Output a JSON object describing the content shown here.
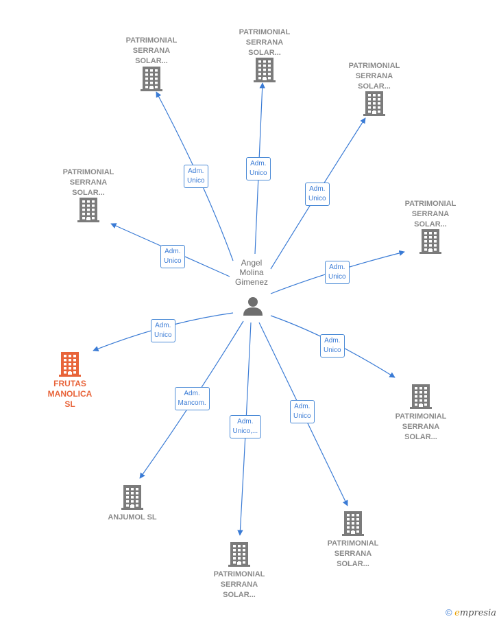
{
  "center": {
    "name_lines": [
      "Angel",
      "Molina",
      "Gimenez"
    ]
  },
  "nodes": [
    {
      "id": "n1",
      "lines": [
        "PATRIMONIAL",
        "SERRANA",
        "SOLAR..."
      ],
      "highlight": false
    },
    {
      "id": "n2",
      "lines": [
        "PATRIMONIAL",
        "SERRANA",
        "SOLAR..."
      ],
      "highlight": false
    },
    {
      "id": "n3",
      "lines": [
        "PATRIMONIAL",
        "SERRANA",
        "SOLAR..."
      ],
      "highlight": false
    },
    {
      "id": "n4",
      "lines": [
        "PATRIMONIAL",
        "SERRANA",
        "SOLAR..."
      ],
      "highlight": false
    },
    {
      "id": "n5",
      "lines": [
        "PATRIMONIAL",
        "SERRANA",
        "SOLAR..."
      ],
      "highlight": false
    },
    {
      "id": "n6",
      "lines": [
        "FRUTAS",
        "MANOLICA",
        "SL"
      ],
      "highlight": true
    },
    {
      "id": "n7",
      "lines": [
        "PATRIMONIAL",
        "SERRANA",
        "SOLAR..."
      ],
      "highlight": false
    },
    {
      "id": "n8",
      "lines": [
        "ANJUMOL SL"
      ],
      "highlight": false
    },
    {
      "id": "n9",
      "lines": [
        "PATRIMONIAL",
        "SERRANA",
        "SOLAR..."
      ],
      "highlight": false
    },
    {
      "id": "n10",
      "lines": [
        "PATRIMONIAL",
        "SERRANA",
        "SOLAR..."
      ],
      "highlight": false
    }
  ],
  "edges": [
    {
      "to": "n1",
      "label_lines": [
        "Adm.",
        "Unico"
      ]
    },
    {
      "to": "n2",
      "label_lines": [
        "Adm.",
        "Unico"
      ]
    },
    {
      "to": "n3",
      "label_lines": [
        "Adm.",
        "Unico"
      ]
    },
    {
      "to": "n4",
      "label_lines": [
        "Adm.",
        "Unico"
      ]
    },
    {
      "to": "n5",
      "label_lines": [
        "Adm.",
        "Unico"
      ]
    },
    {
      "to": "n6",
      "label_lines": [
        "Adm.",
        "Unico"
      ]
    },
    {
      "to": "n7",
      "label_lines": [
        "Adm.",
        "Unico"
      ]
    },
    {
      "to": "n8",
      "label_lines": [
        "Adm.",
        "Mancom."
      ]
    },
    {
      "to": "n9",
      "label_lines": [
        "Adm.",
        "Unico,..."
      ]
    },
    {
      "to": "n10",
      "label_lines": [
        "Adm.",
        "Unico"
      ]
    }
  ],
  "colors": {
    "edge": "#3a7bd5",
    "building": "#7b7b7b",
    "highlight": "#e8643a"
  },
  "footer": {
    "symbol": "©",
    "brand": "mpresia",
    "brand_initial": "e"
  }
}
